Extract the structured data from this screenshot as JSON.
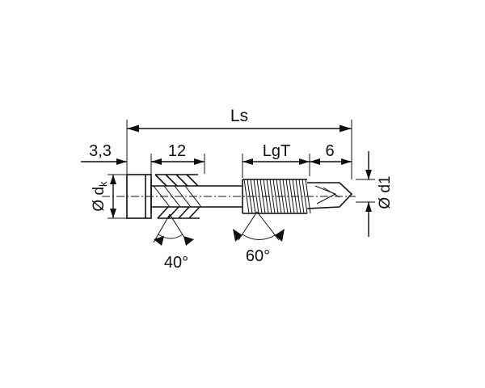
{
  "dimensions": {
    "overall_length": "Ls",
    "head_height": "3,3",
    "upper_thread_length": "12",
    "thread_length": "LgT",
    "drill_tip_length": "6",
    "head_diameter_prefix": "Ø d",
    "head_diameter_subscript": "k",
    "drill_diameter": "Ø d1"
  },
  "angles": {
    "upper_thread_angle": "40°",
    "lower_thread_angle": "60°"
  }
}
